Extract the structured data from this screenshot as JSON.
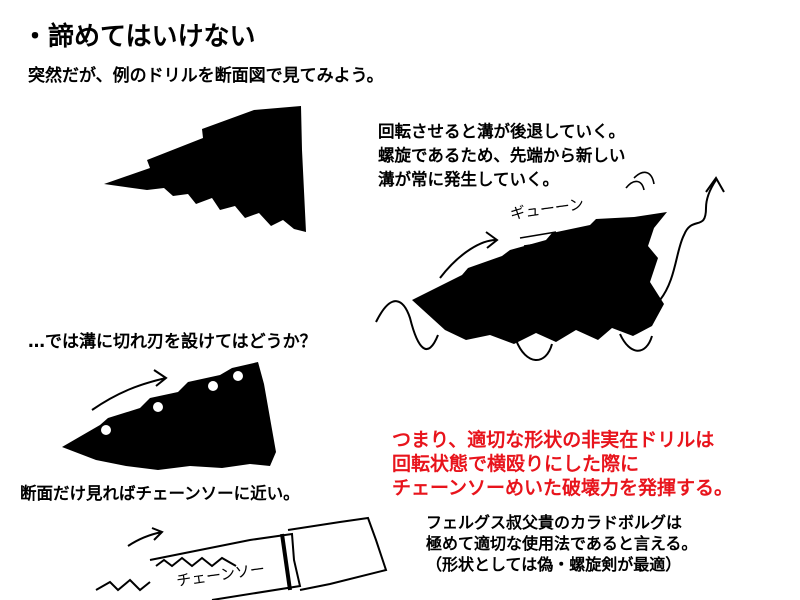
{
  "title": "・諦めてはいけない",
  "intro": "突然だが、例のドリルを断面図で見てみよう。",
  "rotation_note": {
    "lines": [
      "回転させると溝が後退していく。",
      "螺旋であるため、先端から新しい",
      "溝が常に発生していく。"
    ]
  },
  "sound_effect_1": "ギューーン",
  "question": "…では溝に切れ刃を設けてはどうか？",
  "conclusion": {
    "color": "#e8141c",
    "lines": [
      "つまり、適切な形状の非実在ドリルは",
      "回転状態で横殴りにした際に",
      "チェーンソーめいた破壊力を発揮する。"
    ]
  },
  "cross_section_note": "断面だけ見ればチェーンソーに近い。",
  "bottom_note": {
    "lines": [
      "フェルグス叔父貴のカラドボルグは",
      "極めて適切な使用法であると言える。",
      "（形状としては偽・螺旋剣が最適）"
    ]
  },
  "sound_effect_2": "チェーンソー"
}
